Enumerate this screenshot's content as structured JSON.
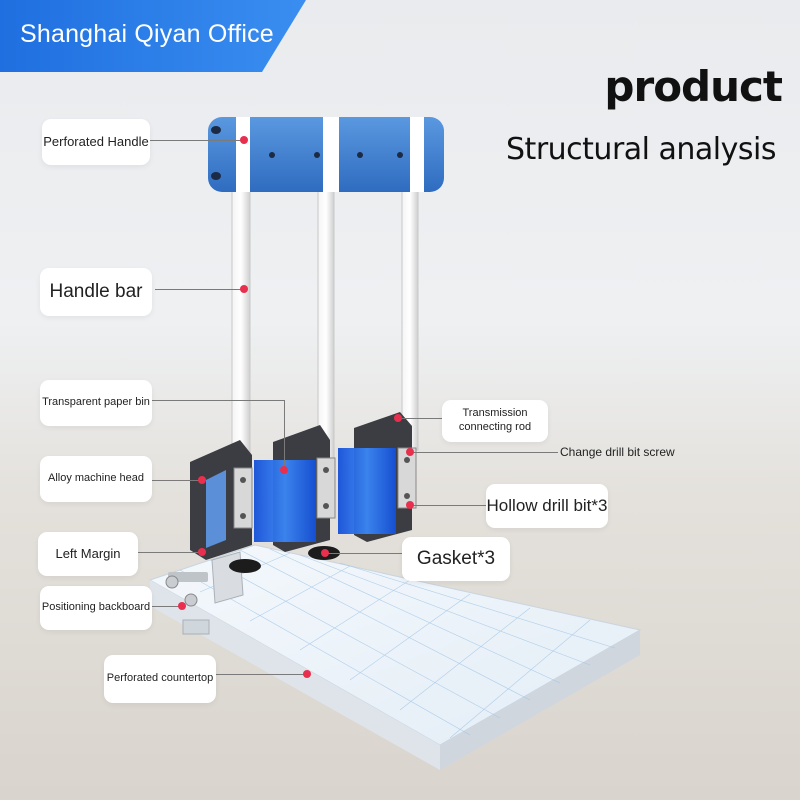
{
  "brand": {
    "name": "Shanghai Qiyan Office",
    "color": "#1f6fe0"
  },
  "headline": {
    "line1": "product",
    "line2": "Structural analysis"
  },
  "callouts": {
    "perforated_handle": "Perforated Handle",
    "handle_bar": "Handle bar",
    "transparent_paper_bin": "Transparent paper bin",
    "transmission_rod": "Transmission connecting rod",
    "change_drill_bit_screw": "Change drill bit screw",
    "alloy_machine_head": "Alloy machine head",
    "hollow_drill_bit": "Hollow drill bit*3",
    "left_margin": "Left Margin",
    "gasket": "Gasket*3",
    "positioning_backboard": "Positioning backboard",
    "perforated_countertop": "Perforated countertop"
  },
  "colors": {
    "marker": "#e8304e",
    "handle_blue": "#3d7fd1",
    "bin_blue": "#1f64e8"
  }
}
